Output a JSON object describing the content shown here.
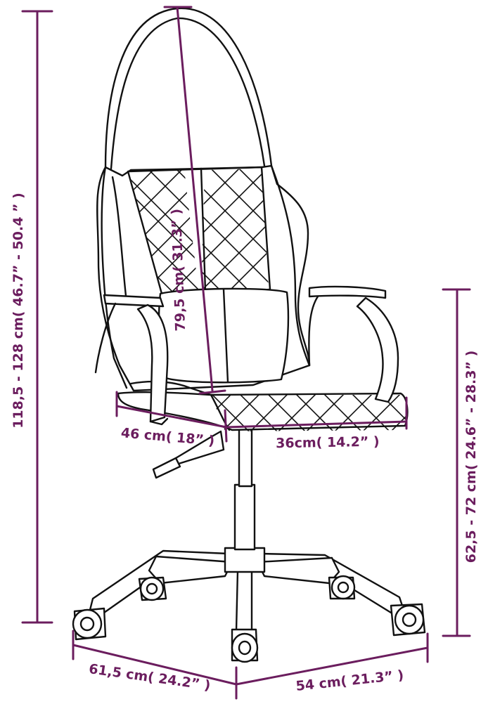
{
  "colors": {
    "dimension": "#6b1d5e",
    "outline": "#111111",
    "background": "#ffffff"
  },
  "dimensions": {
    "total_height": "118,5 - 128 cm( 46.7”  - 50.4  ” )",
    "backrest_height": "79,5 cm( 31.3” )",
    "seat_height": "62,5 - 72 cm( 24.6”  - 28.3”  )",
    "seat_depth": "46 cm( 18” )",
    "seat_width": "36cm( 14.2”  )",
    "base_depth": "61,5 cm( 24.2”  )",
    "base_width": "54 cm( 21.3”  )"
  }
}
